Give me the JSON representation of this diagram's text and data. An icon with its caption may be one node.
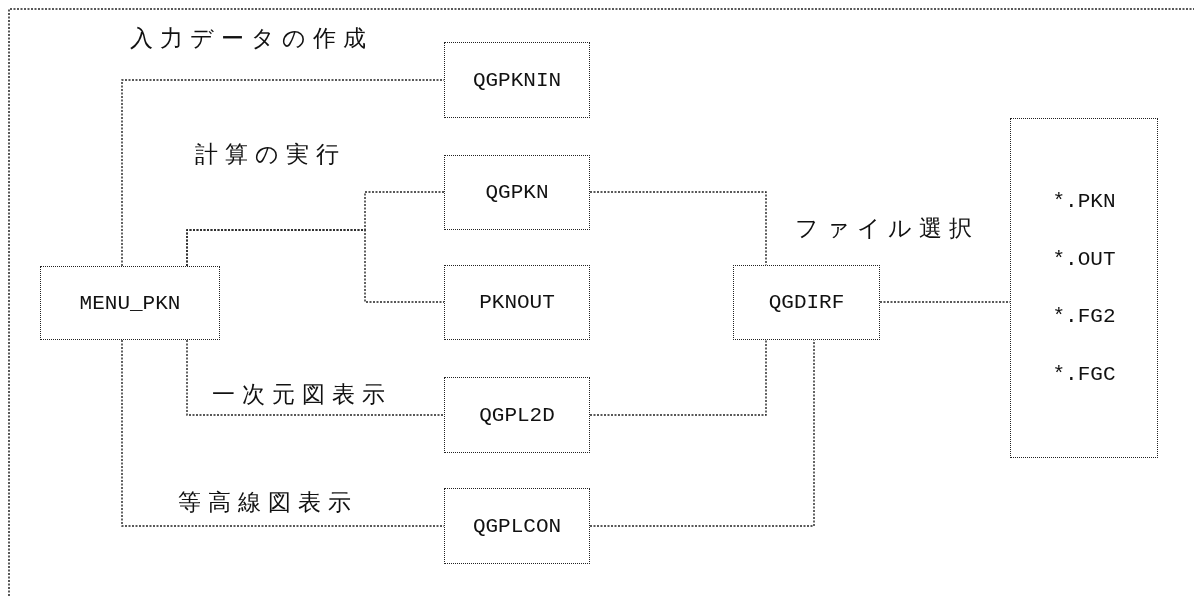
{
  "diagram": {
    "nodes": [
      {
        "text": [
          "MENU_PKN"
        ]
      },
      {
        "text": [
          "QGPKNIN"
        ]
      },
      {
        "text": [
          "QGPKN"
        ]
      },
      {
        "text": [
          "PKNOUT"
        ]
      },
      {
        "text": [
          "QGPL2D"
        ]
      },
      {
        "text": [
          "QGPLCON"
        ]
      },
      {
        "text": [
          "QGDIRF"
        ],
        "beside": [
          "ファイル選択"
        ]
      },
      {
        "text": [
          "*.PKN",
          "*.OUT",
          "*.FG2",
          "*.FGC"
        ]
      }
    ],
    "edges": [
      {
        "from": 0,
        "to": 1,
        "arrow": "none",
        "label": "入力データの作成"
      },
      {
        "from": 0,
        "to": 2,
        "arrow": "none",
        "label": "計算の実行"
      },
      {
        "from": 0,
        "to": 3,
        "arrow": "none"
      },
      {
        "from": 0,
        "to": 4,
        "arrow": "none",
        "label": "一次元図表示"
      },
      {
        "from": 0,
        "to": 5,
        "arrow": "none",
        "label": "等高線図表示"
      },
      {
        "from": 2,
        "to": 6,
        "arrow": "none"
      },
      {
        "from": 4,
        "to": 6,
        "arrow": "none"
      },
      {
        "from": 5,
        "to": 6,
        "arrow": "none"
      },
      {
        "from": 6,
        "to": 7,
        "arrow": "none"
      }
    ]
  }
}
